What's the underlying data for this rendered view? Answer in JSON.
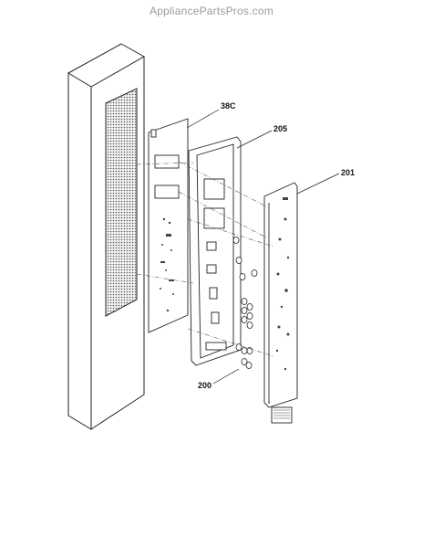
{
  "watermark": "AppliancePartsPros.com",
  "callouts": [
    {
      "id": "38c",
      "label": "38C"
    },
    {
      "id": "205",
      "label": "205"
    },
    {
      "id": "201",
      "label": "201"
    },
    {
      "id": "200",
      "label": "200"
    }
  ]
}
